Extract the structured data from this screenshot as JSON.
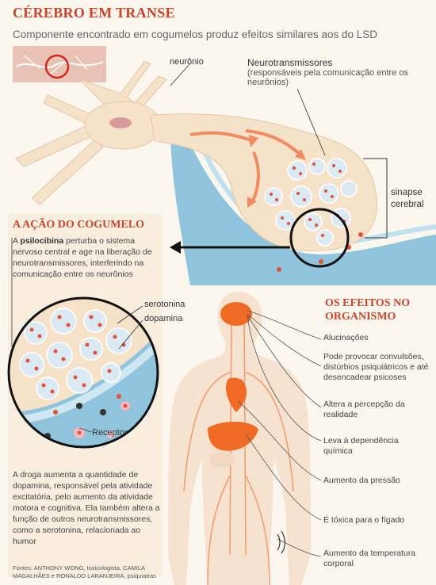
{
  "header": {
    "title": "CÉREBRO EM TRANSE",
    "subtitle": "Componente encontrado em cogumelos produz efeitos similares aos do LSD"
  },
  "labels": {
    "neuron": "neurônio",
    "neurotransmitters_title": "Neurotransmissores",
    "neurotransmitters_note": "(responsáveis pela comunicação entre os neurônios)",
    "synapse": "sinapse cerebral",
    "serotonin": "serotonina",
    "dopamine": "dopamina",
    "receptor": "Receptor"
  },
  "action": {
    "heading": "A AÇÃO DO COGUMELO",
    "prefix": "A ",
    "term": "psilocibina",
    "text": " perturba o sistema nervoso central e age na liberação de neurotransmissores, interferindo na comunicação entre os neurônios"
  },
  "drug_effect": "A droga aumenta a quantidade de dopamina, responsável pela atividade excitatória, pelo aumento da atividade motora e cognitiva. Ela também altera a função de outros neurotransmissores, como a serotonina, relacionada ao humor",
  "effects": {
    "heading": "OS EFEITOS NO ORGANISMO",
    "items": [
      "Alucinações",
      "Pode provocar convulsões, distúrbios psiquiátricos e até desencadear psicoses",
      "Altera a percepção da realidade",
      "Leva à dependência química",
      "Aumento da pressão",
      "É tóxica para o fígado",
      "Aumento da temperatura corporal"
    ]
  },
  "sources": "Fontes: ANTHONY WONG, toxicologista, CAMILA MAGALHÃES e RONALDO LARANJEIRA, psiquiatras",
  "colors": {
    "accent": "#c8452a",
    "neuron": "#f6e2c8",
    "synapse_blue": "#8fc4dc",
    "vesicle": "#dbe9f3",
    "dot": "#e2513b",
    "organ": "#ef6b24"
  }
}
